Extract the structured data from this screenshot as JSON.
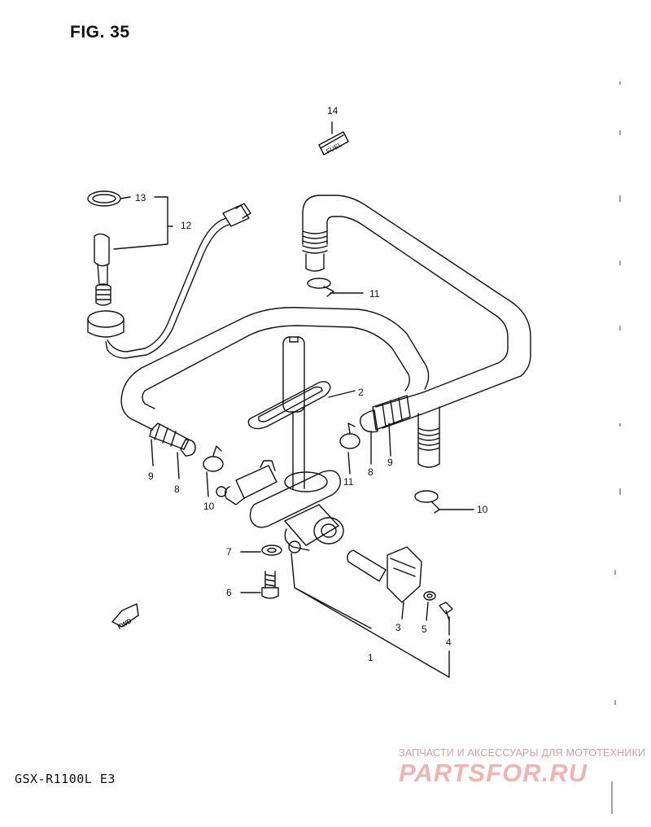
{
  "figure": {
    "title": "FIG. 35",
    "model": "GSX-R1100L  E3"
  },
  "callouts": {
    "c1": "1",
    "c2": "2",
    "c3": "3",
    "c4": "4",
    "c5": "5",
    "c6": "6",
    "c7": "7",
    "c8a": "8",
    "c8b": "8",
    "c9a": "9",
    "c9b": "9",
    "c10a": "10",
    "c10b": "10",
    "c11a": "11",
    "c11b": "11",
    "c12": "12",
    "c13": "13",
    "c14": "14"
  },
  "labels": {
    "fuel_plate": "FUEL",
    "fwd_arrow": "FWD"
  },
  "watermark": {
    "tagline": "ЗАПЧАСТИ И АКСЕССУАРЫ ДЛЯ МОТОТЕХНИКИ",
    "logo": "PARTSFOR.RU"
  },
  "colors": {
    "line": "#111111",
    "watermark_logo": "#f0b4b4",
    "watermark_tagline": "#cfa0a0"
  }
}
